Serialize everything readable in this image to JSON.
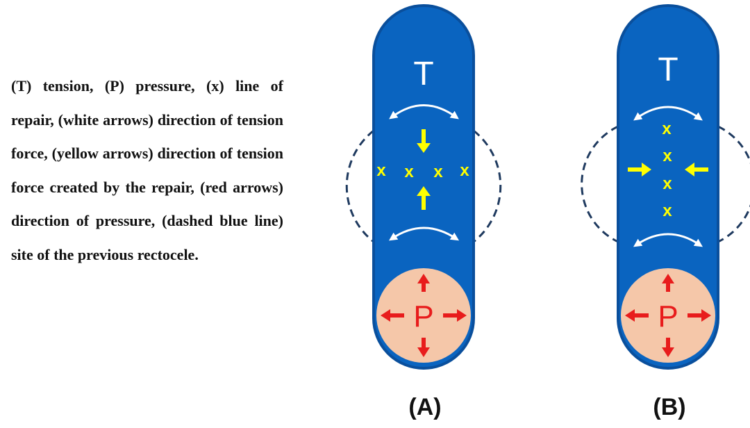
{
  "legend": {
    "text": "(T) tension, (P) pressure, (x) line of repair, (white arrows) direction of tension force, (yellow arrows) direction of tension force created by the repair, (red arrows) direction of pressure, (dashed blue line) site of the previous rectocele."
  },
  "colors": {
    "tube": "#0A64C0",
    "tube_border": "#0A4F9C",
    "pressure_ball": "#F5C7A9",
    "pressure_arrow": "#E81C1C",
    "repair_mark": "#FFFF00",
    "tension_arrow": "#FFFFFF",
    "dashed_line": "#1F3A5F"
  },
  "panels": [
    {
      "id": "A",
      "caption": "(A)",
      "tension_label": "T",
      "pressure_label": "P",
      "repair_marks": [
        "x",
        "x",
        "x",
        "x"
      ],
      "repair_orientation": "horizontal",
      "yellow_arrows": "vertical (down and up toward repair line)"
    },
    {
      "id": "B",
      "caption": "(B)",
      "tension_label": "T",
      "pressure_label": "P",
      "repair_marks": [
        "x",
        "x",
        "x",
        "x"
      ],
      "repair_orientation": "vertical",
      "yellow_arrows": "horizontal (left and right toward repair line)"
    }
  ]
}
